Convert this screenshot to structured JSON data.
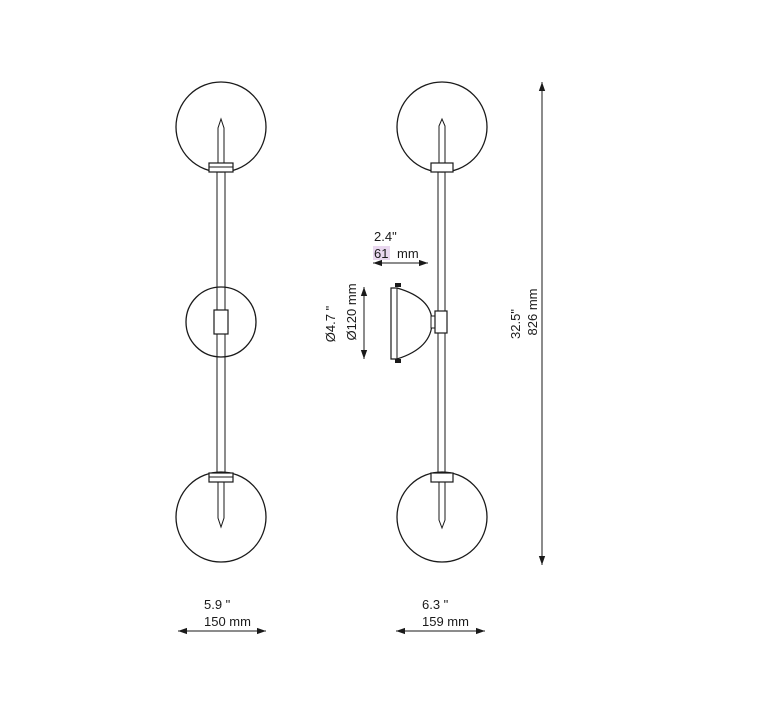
{
  "dimensions": {
    "front_width_in": "5.9 \"",
    "front_width_mm": "150  mm",
    "side_width_in": "6.3 \"",
    "side_width_mm": "159  mm",
    "height_in": "32.5\"",
    "height_mm": "826  mm",
    "depth_in": "2.4\"",
    "depth_mm": "61",
    "depth_mm_unit": "mm",
    "canopy_in": "Ø4.7 \"",
    "canopy_mm": "Ø120  mm"
  },
  "colors": {
    "line": "#1a1a1a",
    "highlight": "#e9d7ef"
  }
}
